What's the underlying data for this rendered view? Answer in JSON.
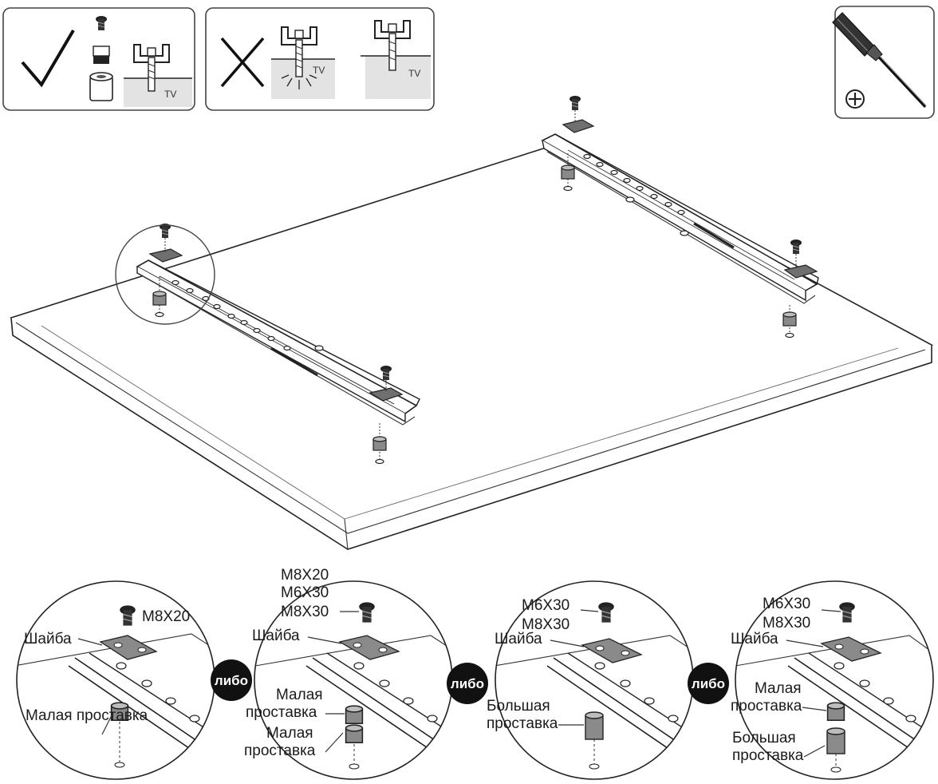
{
  "panels": {
    "correct": {
      "tv_label": "TV"
    },
    "incorrect": {
      "tv_label_left": "TV",
      "tv_label_right": "TV"
    }
  },
  "separator": "либо",
  "details": [
    {
      "screw": "M8X20",
      "washer": "Шайба",
      "spacer_top": "Малая проставка"
    },
    {
      "screw_1": "M8X20",
      "screw_2": "M6X30",
      "screw_3": "M8X30",
      "washer": "Шайба",
      "spacer_top": "Малая проставка",
      "spacer_bottom": "Малая проставка"
    },
    {
      "screw_1": "M6X30",
      "screw_2": "M8X30",
      "washer": "Шайба",
      "spacer_top": "Большая проставка"
    },
    {
      "screw_1": "M6X30",
      "screw_2": "M8X30",
      "washer": "Шайба",
      "spacer_top": "Малая проставка",
      "spacer_bottom": "Большая проставка"
    }
  ],
  "icons": [
    "checkmark-icon",
    "cross-icon",
    "screwdriver-icon",
    "phillips-icon"
  ]
}
